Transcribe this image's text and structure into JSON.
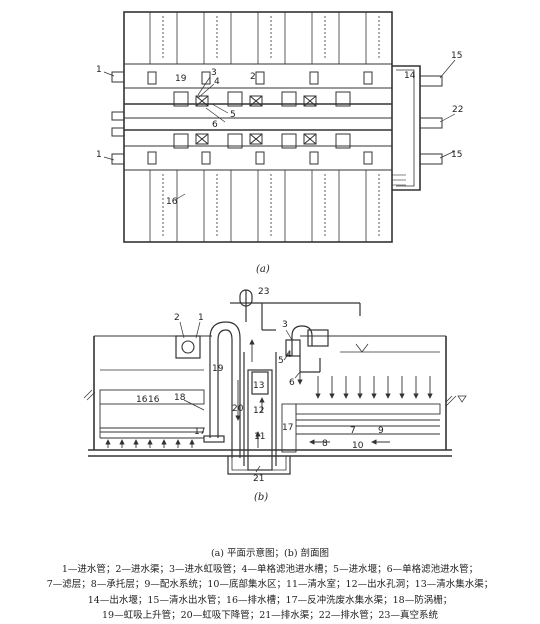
{
  "figure": {
    "plan_label": "(a)",
    "section_label": "(b)",
    "caption_title": "(a) 平面示意图；(b) 剖面图",
    "legend_lines": [
      "1—进水管；2—进水渠；3—进水虹吸管；4—单格滤池进水槽；5—进水堰；6—单格滤池进水管；",
      "7—滤层；8—承托层；9—配水系统；10—底部集水区；11—清水室；12—出水孔洞；13—清水集水渠；",
      "14—出水堰；15—清水出水管；16—排水槽；17—反冲洗废水集水渠；18—防涡栅；",
      "19—虹吸上升管；20—虹吸下降管；21—排水渠；22—排水管；23—真空系统"
    ]
  },
  "plan_labels": {
    "n1a": "1",
    "n1b": "1",
    "n19": "19",
    "n3": "3",
    "n4": "4",
    "n2": "2",
    "n5": "5",
    "n6": "6",
    "n14": "14",
    "n15a": "15",
    "n15b": "15",
    "n22": "22",
    "n16": "16"
  },
  "section_labels": {
    "n23": "23",
    "n2": "2",
    "n1": "1",
    "n3": "3",
    "n5": "5",
    "n4": "4",
    "n6": "6",
    "n19": "19",
    "n16a": "16",
    "n16b": "16",
    "n18": "18",
    "n13": "13",
    "n20": "20",
    "n12": "12",
    "n17a": "17",
    "n17b": "17",
    "n11": "11",
    "n7": "7",
    "n8": "8",
    "n9": "9",
    "n10": "10",
    "n21": "21"
  }
}
